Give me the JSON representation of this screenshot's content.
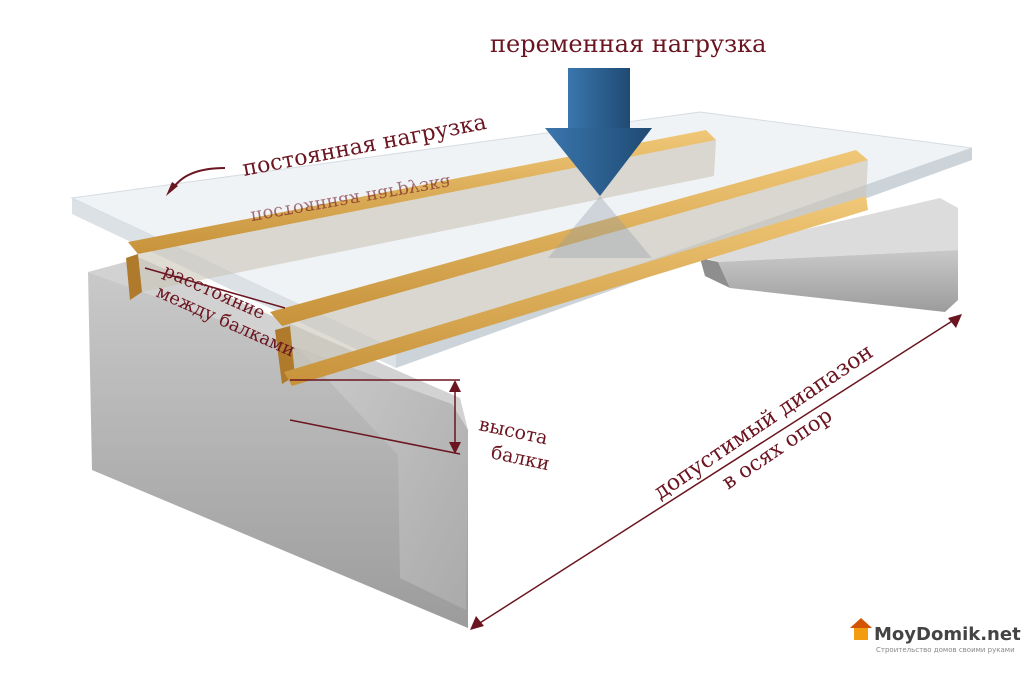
{
  "labels": {
    "variable_load": "переменная нагрузка",
    "constant_load": "постоянная нагрузка",
    "constant_load_mirror": "постоянная нагрузка",
    "beam_spacing_line1": "расстояние",
    "beam_spacing_line2": "между балками",
    "beam_height_line1": "высота",
    "beam_height_line2": "балки",
    "span_line1": "допустимый диапазон",
    "span_line2": "в осях опор"
  },
  "logo": {
    "text": "MoyDomik.net",
    "tagline": "Строительство домов своими руками",
    "accent": "#f39c12"
  },
  "colors": {
    "label": "#6b1520",
    "arrow": "#2c5f8f",
    "concrete": "#b8b8b8",
    "beam_wood": "#d9ad55"
  }
}
